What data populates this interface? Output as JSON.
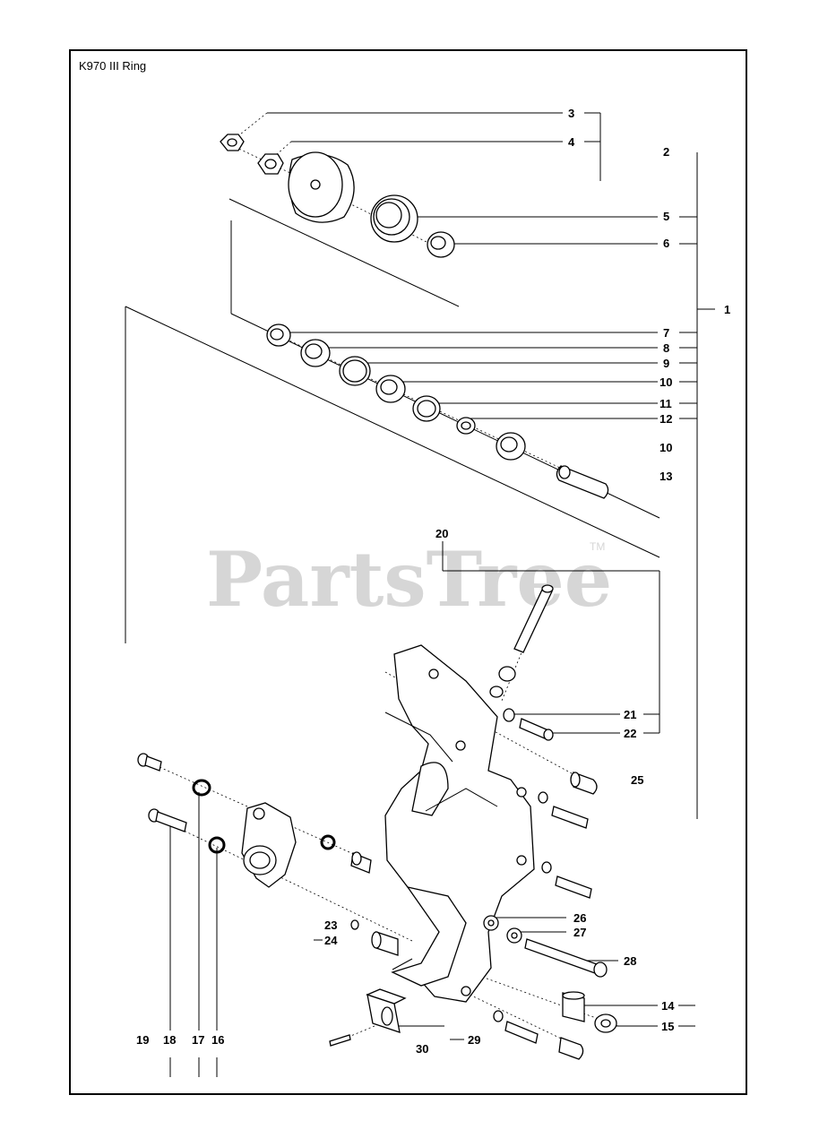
{
  "title": "K970 III Ring",
  "watermark": "PartsTree",
  "trademark": "TM",
  "callouts": {
    "c1": "1",
    "c2": "2",
    "c3": "3",
    "c4": "4",
    "c5": "5",
    "c6": "6",
    "c7": "7",
    "c8": "8",
    "c9": "9",
    "c10a": "10",
    "c11": "11",
    "c12": "12",
    "c10b": "10",
    "c13": "13",
    "c14": "14",
    "c15": "15",
    "c16": "16",
    "c17": "17",
    "c18": "18",
    "c19": "19",
    "c20": "20",
    "c21": "21",
    "c22": "22",
    "c23": "23",
    "c24": "24",
    "c25": "25",
    "c26": "26",
    "c27": "27",
    "c28": "28",
    "c29": "29",
    "c30": "30"
  }
}
